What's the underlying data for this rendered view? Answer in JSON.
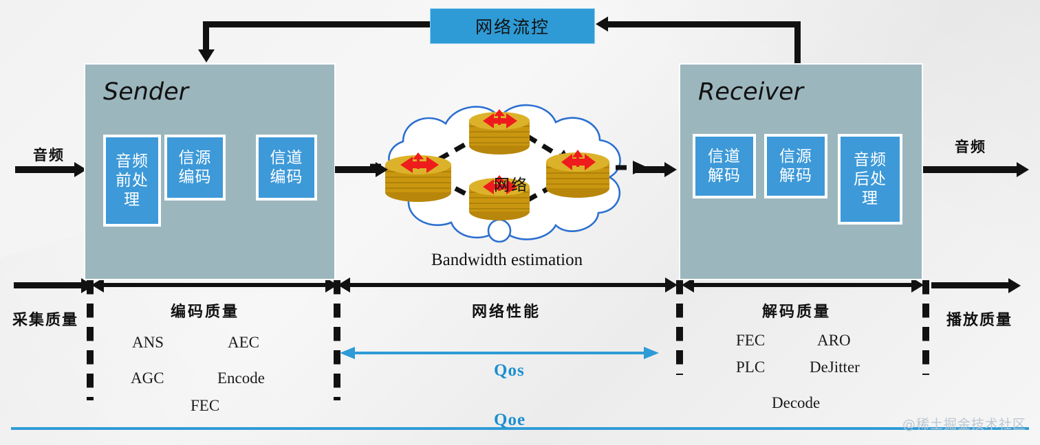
{
  "diagram": {
    "flow_control_box": "网络流控",
    "sender": {
      "title": "Sender",
      "modules": [
        {
          "label": "音频\n前处\n理",
          "name": "audio-preprocess"
        },
        {
          "label": "信源\n编码",
          "name": "source-encode"
        },
        {
          "label": "信道\n编码",
          "name": "channel-encode"
        }
      ]
    },
    "receiver": {
      "title": "Receiver",
      "modules": [
        {
          "label": "信道\n解码",
          "name": "channel-decode"
        },
        {
          "label": "信源\n解码",
          "name": "source-decode"
        },
        {
          "label": "音频\n后处\n理",
          "name": "audio-postprocess"
        }
      ]
    },
    "network": {
      "cloud_label": "网络",
      "caption": "Bandwidth estimation",
      "node_count": 4
    },
    "io": {
      "input_label": "音频",
      "output_label": "音频"
    },
    "segments": [
      {
        "name": "capture",
        "label": "采集质量",
        "techs": []
      },
      {
        "name": "encode",
        "label": "编码质量",
        "techs": [
          "ANS",
          "AEC",
          "AGC",
          "Encode",
          "FEC"
        ]
      },
      {
        "name": "network",
        "label": "网络性能",
        "techs": []
      },
      {
        "name": "decode",
        "label": "解码质量",
        "techs": [
          "FEC",
          "ARO",
          "PLC",
          "DeJitter",
          "Decode"
        ]
      },
      {
        "name": "playback",
        "label": "播放质量",
        "techs": []
      }
    ],
    "quality_bars": {
      "qos": "Qos",
      "qoe": "Qoe"
    },
    "watermark": "@稀土掘金技术社区",
    "colors": {
      "accent_blue": "#2e9bd6",
      "module_blue": "#3d99d8",
      "panel_gray_blue": "#9cb6bd",
      "background": "#f4f4f4",
      "arrow_black": "#111111",
      "cloud_outline": "#2b6fd0",
      "router_gold": "#d8a318",
      "router_red": "#ee1c1c"
    }
  }
}
